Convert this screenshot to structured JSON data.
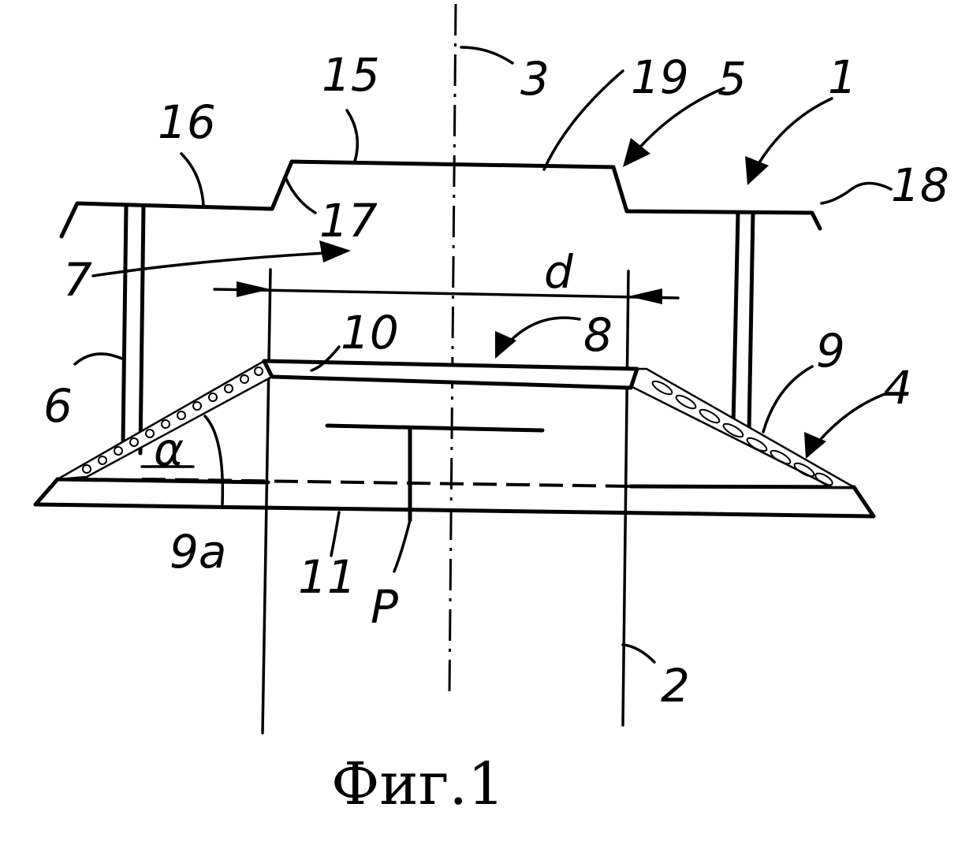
{
  "labels": {
    "l1": "1",
    "l2": "2",
    "l3": "3",
    "l4": "4",
    "l5": "5",
    "l6": "6",
    "l7": "7",
    "l8": "8",
    "l9": "9",
    "l9a": "9a",
    "l10": "10",
    "l11": "11",
    "l15": "15",
    "l16": "16",
    "l17": "17",
    "l18": "18",
    "l19": "19",
    "lP": "P",
    "ld": "d",
    "lalpha": "α"
  },
  "caption": "Фиг.1"
}
